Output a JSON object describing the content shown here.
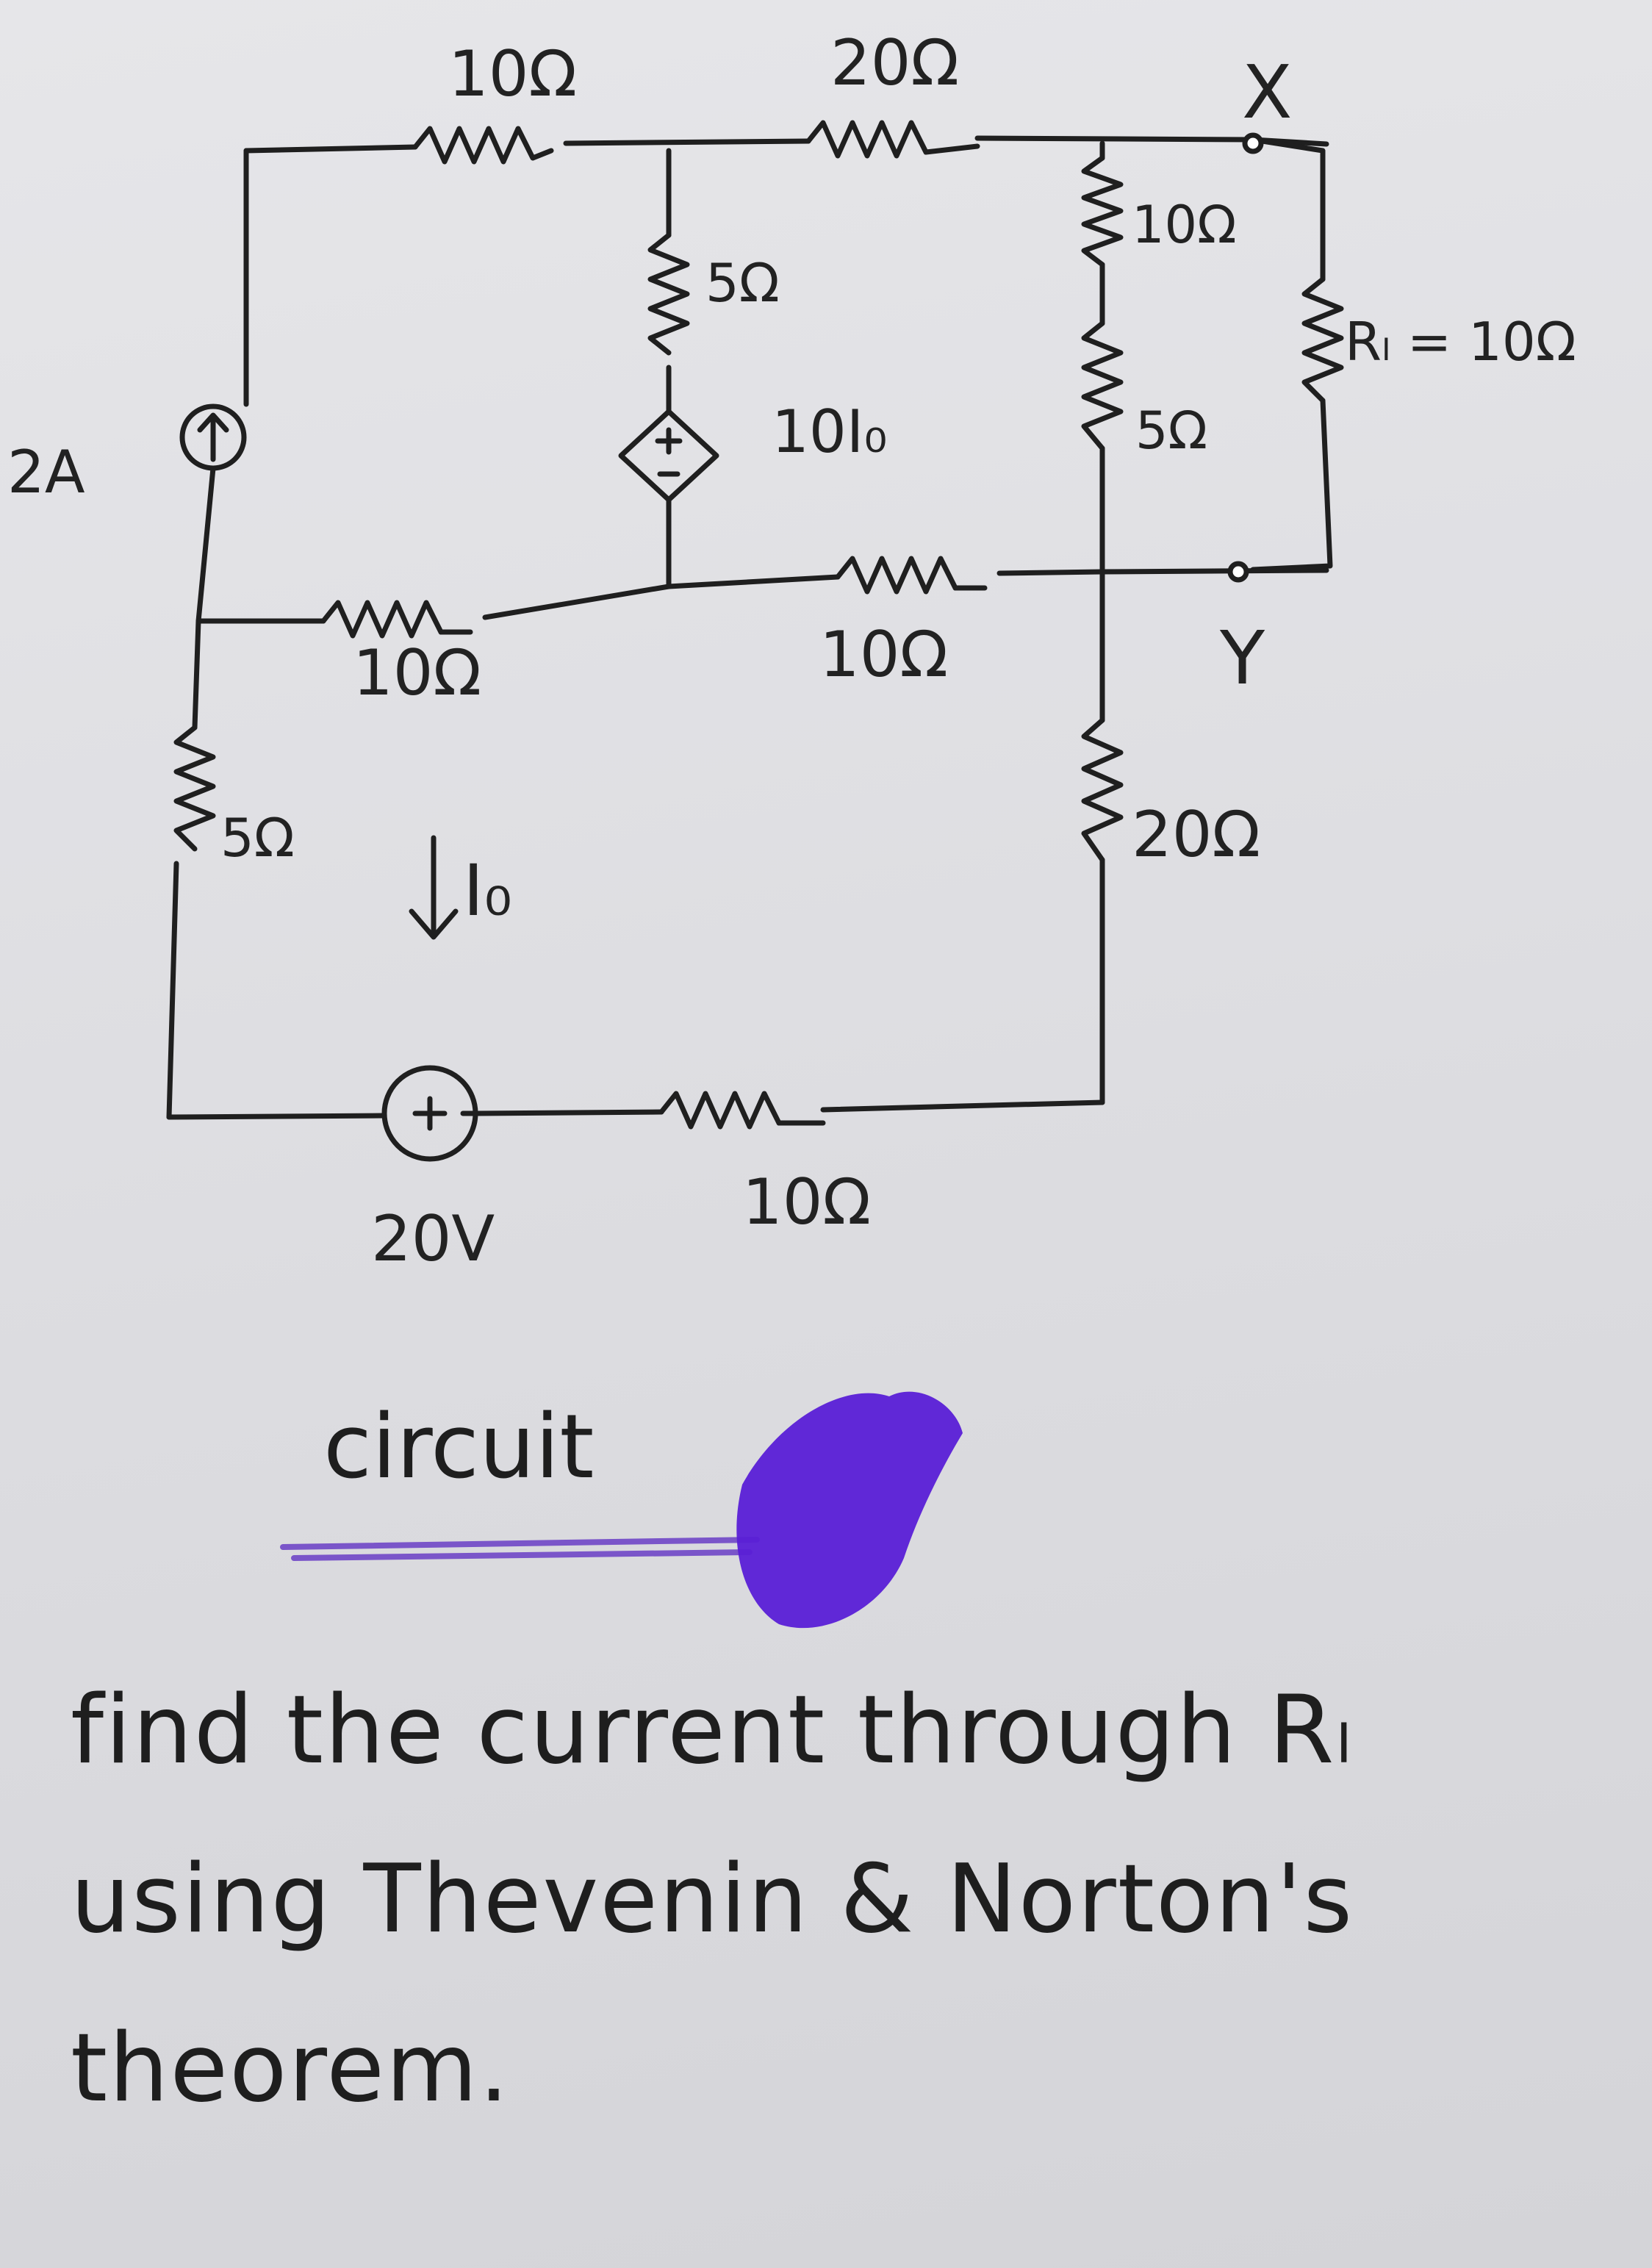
{
  "labels": {
    "r_top_left": "10Ω",
    "r_top_mid": "20Ω",
    "node_x": "X",
    "r_right_top": "10Ω",
    "r_load": "Rₗ = 10Ω",
    "r_mid_vertical": "5Ω",
    "dep_source": "10I₀",
    "r_right_mid": "5Ω",
    "current_source": "2A",
    "r_left_mid": "10Ω",
    "r_mid_horizontal": "10Ω",
    "node_y": "Y",
    "r_left_lower": "5Ω",
    "current_label": "I₀",
    "r_right_lower": "20Ω",
    "voltage_source": "20V",
    "r_bottom": "10Ω"
  },
  "caption": "circuit",
  "question": {
    "line1": "find the current through Rₗ",
    "line2": "using Thevenin & Norton's",
    "line3": "theorem."
  },
  "colors": {
    "ink": "#1e1e1e",
    "highlighter": "#5a1fd6",
    "underline": "#7a55c9"
  }
}
